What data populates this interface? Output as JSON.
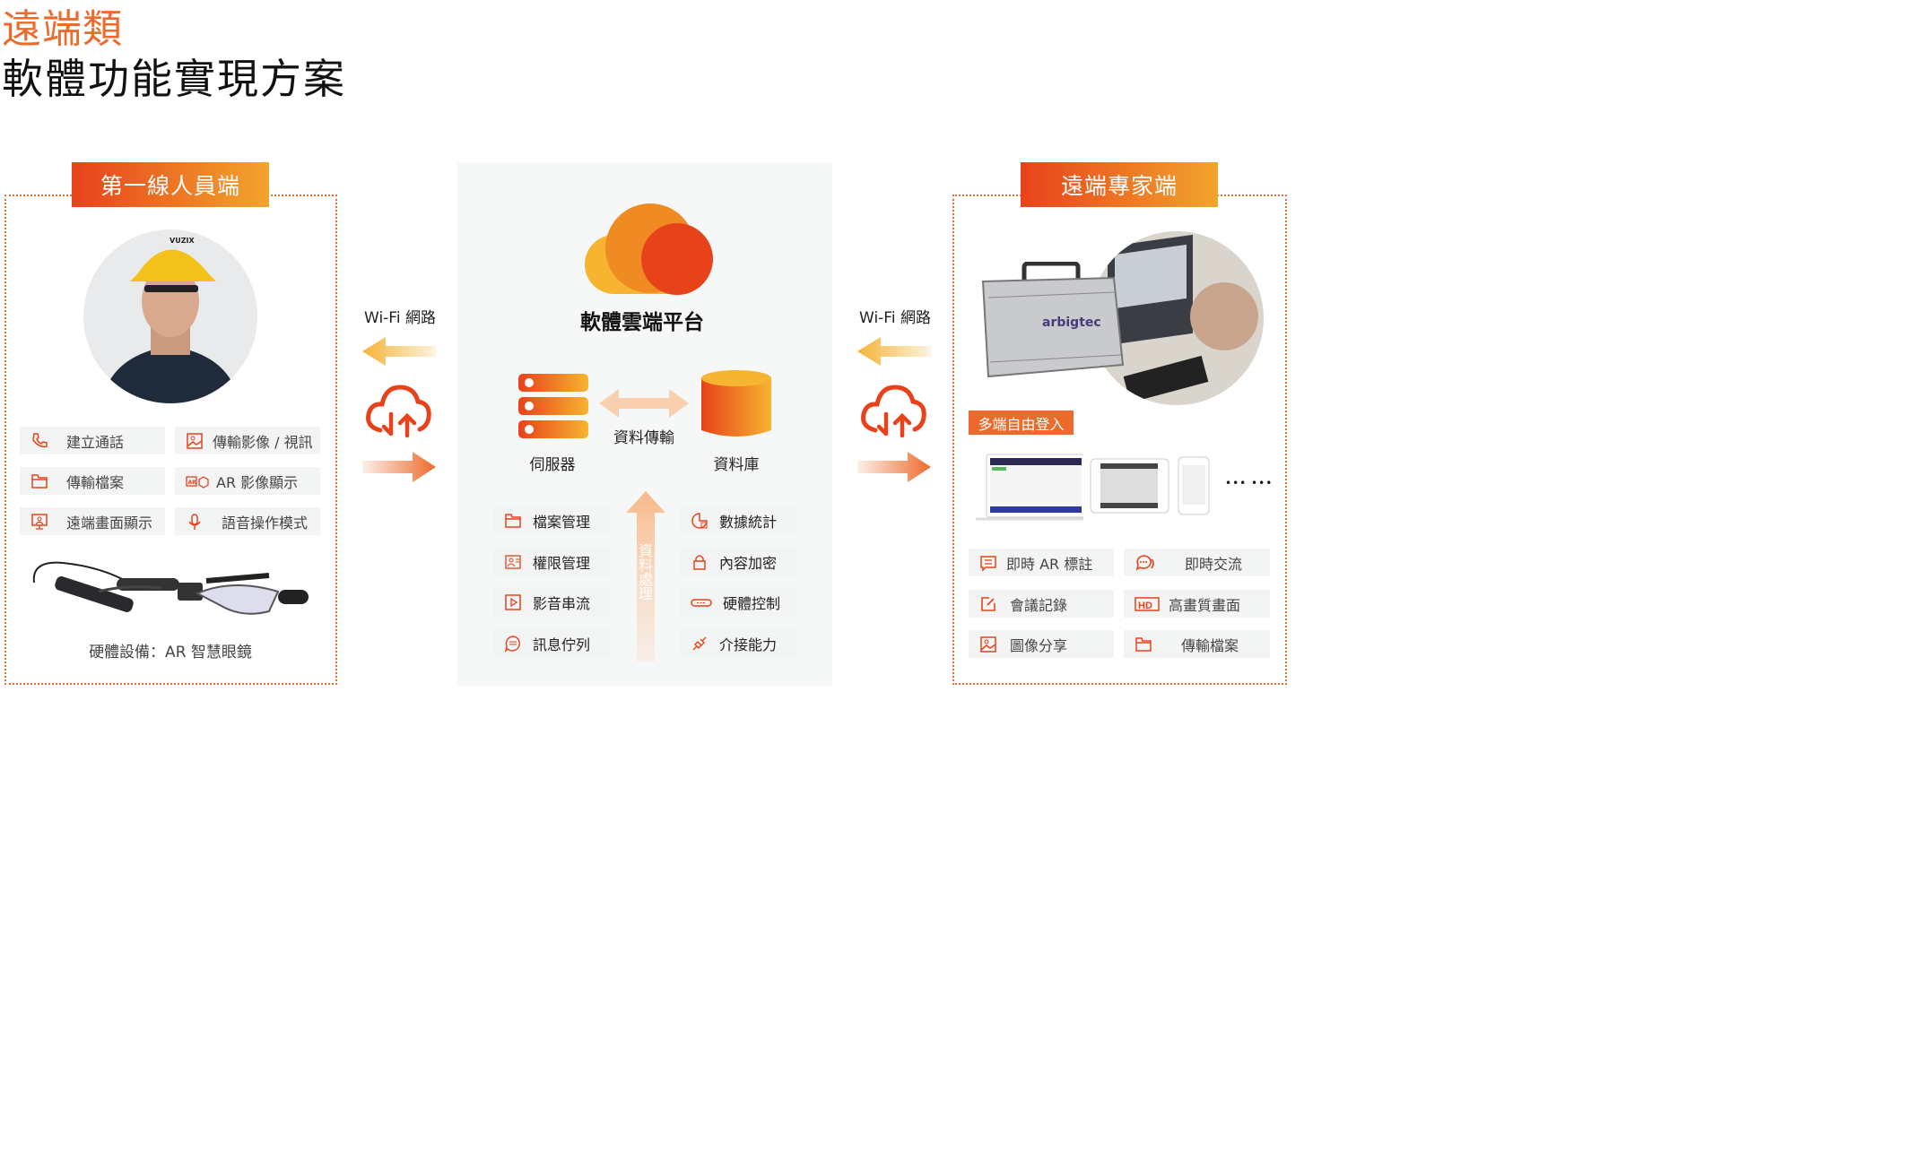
{
  "header": {
    "category": "遠端類",
    "title": "軟體功能實現方案"
  },
  "left": {
    "banner": "第一線人員端",
    "features": [
      "建立通話",
      "傳輸影像 / 視訊",
      "傳輸檔案",
      "AR 影像顯示",
      "遠端畫面顯示",
      "語音操作模式"
    ],
    "caption": "硬體設備：AR 智慧眼鏡",
    "helmet_brand": "VUZIX"
  },
  "network": {
    "left_label": "Wi-Fi 網路",
    "right_label": "Wi-Fi 網路"
  },
  "center": {
    "title": "軟體雲端平台",
    "server": "伺服器",
    "transfer": "資料傳輸",
    "database": "資料庫",
    "processing": "資料處理",
    "features": [
      "檔案管理",
      "數據統計",
      "權限管理",
      "內容加密",
      "影音串流",
      "硬體控制",
      "訊息佇列",
      "介接能力"
    ]
  },
  "right": {
    "banner": "遠端專家端",
    "login_badge": "多端自由登入",
    "brand": "arbigtec",
    "more": "••• •••",
    "features": [
      "即時 AR 標註",
      "即時交流",
      "會議記錄",
      "高畫質畫面",
      "圖像分享",
      "傳輸檔案"
    ]
  },
  "colors": {
    "accent": "#ec6a2c",
    "red": "#e8421a",
    "yellow": "#f5b335",
    "tile": "#f3f4f4",
    "panel": "#f6f7f7"
  }
}
